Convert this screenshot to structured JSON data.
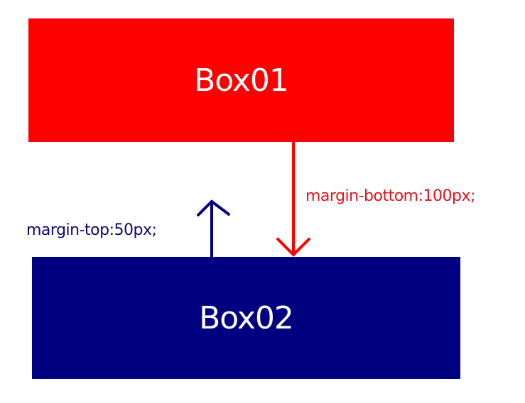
{
  "boxes": {
    "box01": {
      "label": "Box01",
      "color": "#FF0000"
    },
    "box02": {
      "label": "Box02",
      "color": "#000080"
    }
  },
  "annotations": {
    "margin_bottom": {
      "text": "margin-bottom:100px;",
      "color": "#E0161E",
      "arrow": "down"
    },
    "margin_top": {
      "text": "margin-top:50px;",
      "color": "#0A0A6E",
      "arrow": "up"
    }
  }
}
